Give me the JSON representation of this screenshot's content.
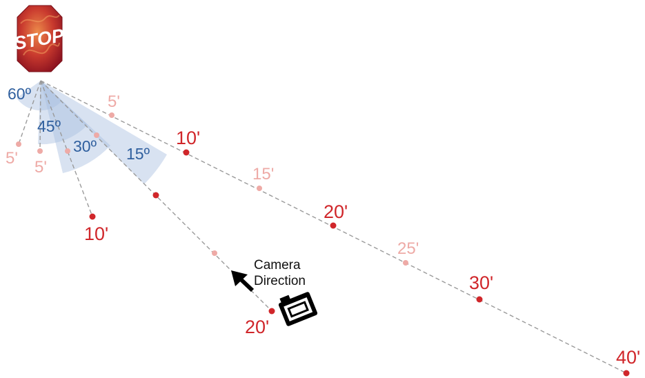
{
  "stop_sign": {
    "text": "STOP",
    "colors": {
      "primary": "#c2202a",
      "secondary": "#e0713d",
      "text": "#ffffff"
    }
  },
  "angles": [
    {
      "label": "60º"
    },
    {
      "label": "45º"
    },
    {
      "label": "30º"
    },
    {
      "label": "15º"
    }
  ],
  "distance_labels": {
    "l60_5": "5'",
    "l45_5": "5'",
    "l30_10": "10'",
    "l15_20": "20'",
    "ldiag_5": "5'",
    "ldiag_10": "10'",
    "ldiag_15": "15'",
    "ldiag_20": "20'",
    "ldiag_25": "25'",
    "ldiag_30": "30'",
    "ldiag_40": "40'"
  },
  "camera": {
    "label_line1": "Camera",
    "label_line2": "Direction",
    "icon": "camera-icon",
    "arrow": "arrow-up-left-icon"
  },
  "colors": {
    "dist_dark": "#d0262a",
    "dist_light": "#eeaaa6",
    "sector_fill": "#a9bedf",
    "angle_text": "#2f5f9e",
    "ray": "#9a9a9a"
  }
}
